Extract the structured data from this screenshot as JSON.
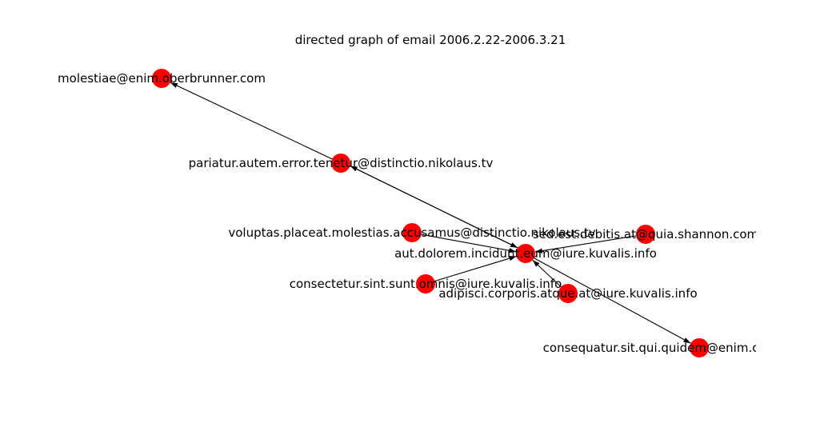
{
  "title": "directed graph of email 2006.2.22-2006.3.21",
  "colors": {
    "node": "#ff0000",
    "edge": "#000000",
    "text": "#000000"
  },
  "nodes": [
    {
      "id": "molestiae",
      "label": "molestiae@enim.oberbrunner.com"
    },
    {
      "id": "pariatur",
      "label": "pariatur.autem.error.tenetur@distinctio.nikolaus.tv"
    },
    {
      "id": "voluptas",
      "label": "voluptas.placeat.molestias.accusamus@distinctio.nikolaus.tv"
    },
    {
      "id": "sed",
      "label": "sed.est.debitis.at@quia.shannon.com"
    },
    {
      "id": "aut",
      "label": "aut.dolorem.incidunt.eum@iure.kuvalis.info"
    },
    {
      "id": "consectetur",
      "label": "consectetur.sint.sunt.omnis@iure.kuvalis.info"
    },
    {
      "id": "adipisci",
      "label": "adipisci.corporis.atque.at@iure.kuvalis.info"
    },
    {
      "id": "consequatur",
      "label": "consequatur.sit.qui.quidem@enim.oberbrunner.com"
    }
  ],
  "edges": [
    {
      "source": "pariatur",
      "target": "molestiae"
    },
    {
      "source": "pariatur",
      "target": "aut"
    },
    {
      "source": "aut",
      "target": "pariatur"
    },
    {
      "source": "voluptas",
      "target": "aut"
    },
    {
      "source": "sed",
      "target": "aut"
    },
    {
      "source": "consectetur",
      "target": "aut"
    },
    {
      "source": "adipisci",
      "target": "aut"
    },
    {
      "source": "aut",
      "target": "consequatur"
    }
  ]
}
